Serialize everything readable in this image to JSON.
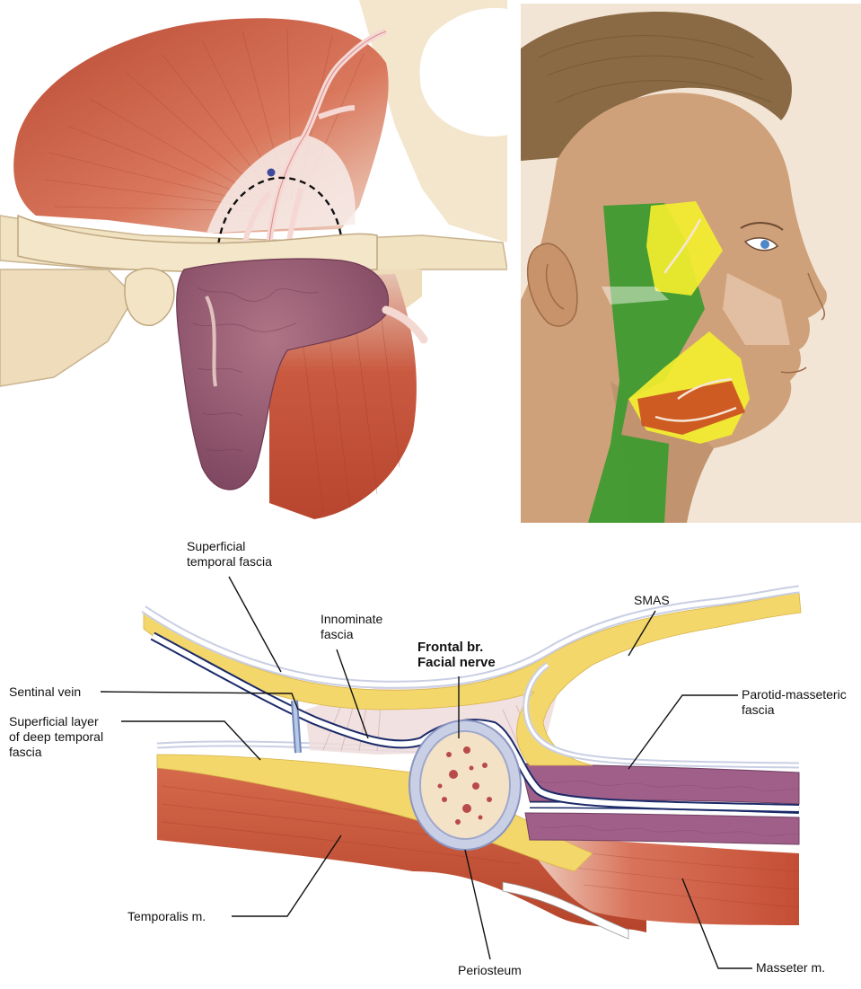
{
  "panel_c_labels": {
    "superficial_temporal_fascia": "Superficial\ntemporal fascia",
    "innominate_fascia": "Innominate\nfascia",
    "frontal_branch": "Frontal br.\nFacial nerve",
    "smas": "SMAS",
    "sentinal_vein": "Sentinal vein",
    "parotid_masseteric_fascia": "Parotid-masseteric\nfascia",
    "superficial_layer_deep_temporal": "Superficial layer\nof deep temporal\nfascia",
    "temporalis": "Temporalis m.",
    "periosteum": "Periosteum",
    "masseter": "Masseter m."
  },
  "colors": {
    "muscle": "#c8553d",
    "parotid": "#9b5a73",
    "bone": "#f1e1bf",
    "fat": "#f4d76a",
    "fascia": "#d9dff0",
    "zone_green": "#3c9a2e",
    "zone_yellow": "#f3ee2f",
    "zone_red": "#c8421f",
    "skin": "#c89a73"
  }
}
